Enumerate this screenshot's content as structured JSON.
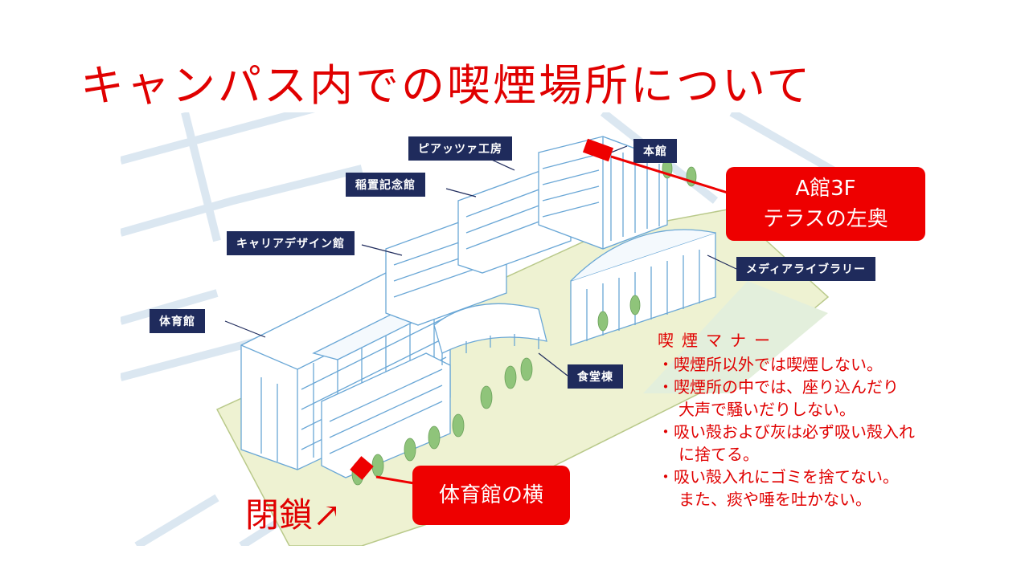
{
  "title": "キャンパス内での喫煙場所について",
  "buildings": {
    "piazza": "ピアッツァ工房",
    "honkan": "本館",
    "inaoki": "稲置記念館",
    "career": "キャリアデザイン館",
    "media": "メディアライブラリー",
    "gym": "体育館",
    "cafeteria": "食堂棟"
  },
  "callouts": {
    "a_building": {
      "line1": "A館3F",
      "line2": "テラスの左奥"
    },
    "gym_side": "体育館の横"
  },
  "closed_label": "閉鎖↗",
  "manners": {
    "title": "喫煙マナー",
    "items": [
      {
        "line1": "・喫煙所以外では喫煙しない。"
      },
      {
        "line1": "・喫煙所の中では、座り込んだり",
        "line2": "大声で騒いだりしない。"
      },
      {
        "line1": "・吸い殻および灰は必ず吸い殻入れ",
        "line2": "に捨てる。"
      },
      {
        "line1": "・吸い殻入れにゴミを捨てない。",
        "line2": "また、痰や唾を吐かない。"
      }
    ]
  },
  "colors": {
    "accent": "#ee0000",
    "label_bg": "#1f2b5c",
    "map_line": "#6aa7d6",
    "map_green": "#e9f0cf"
  }
}
